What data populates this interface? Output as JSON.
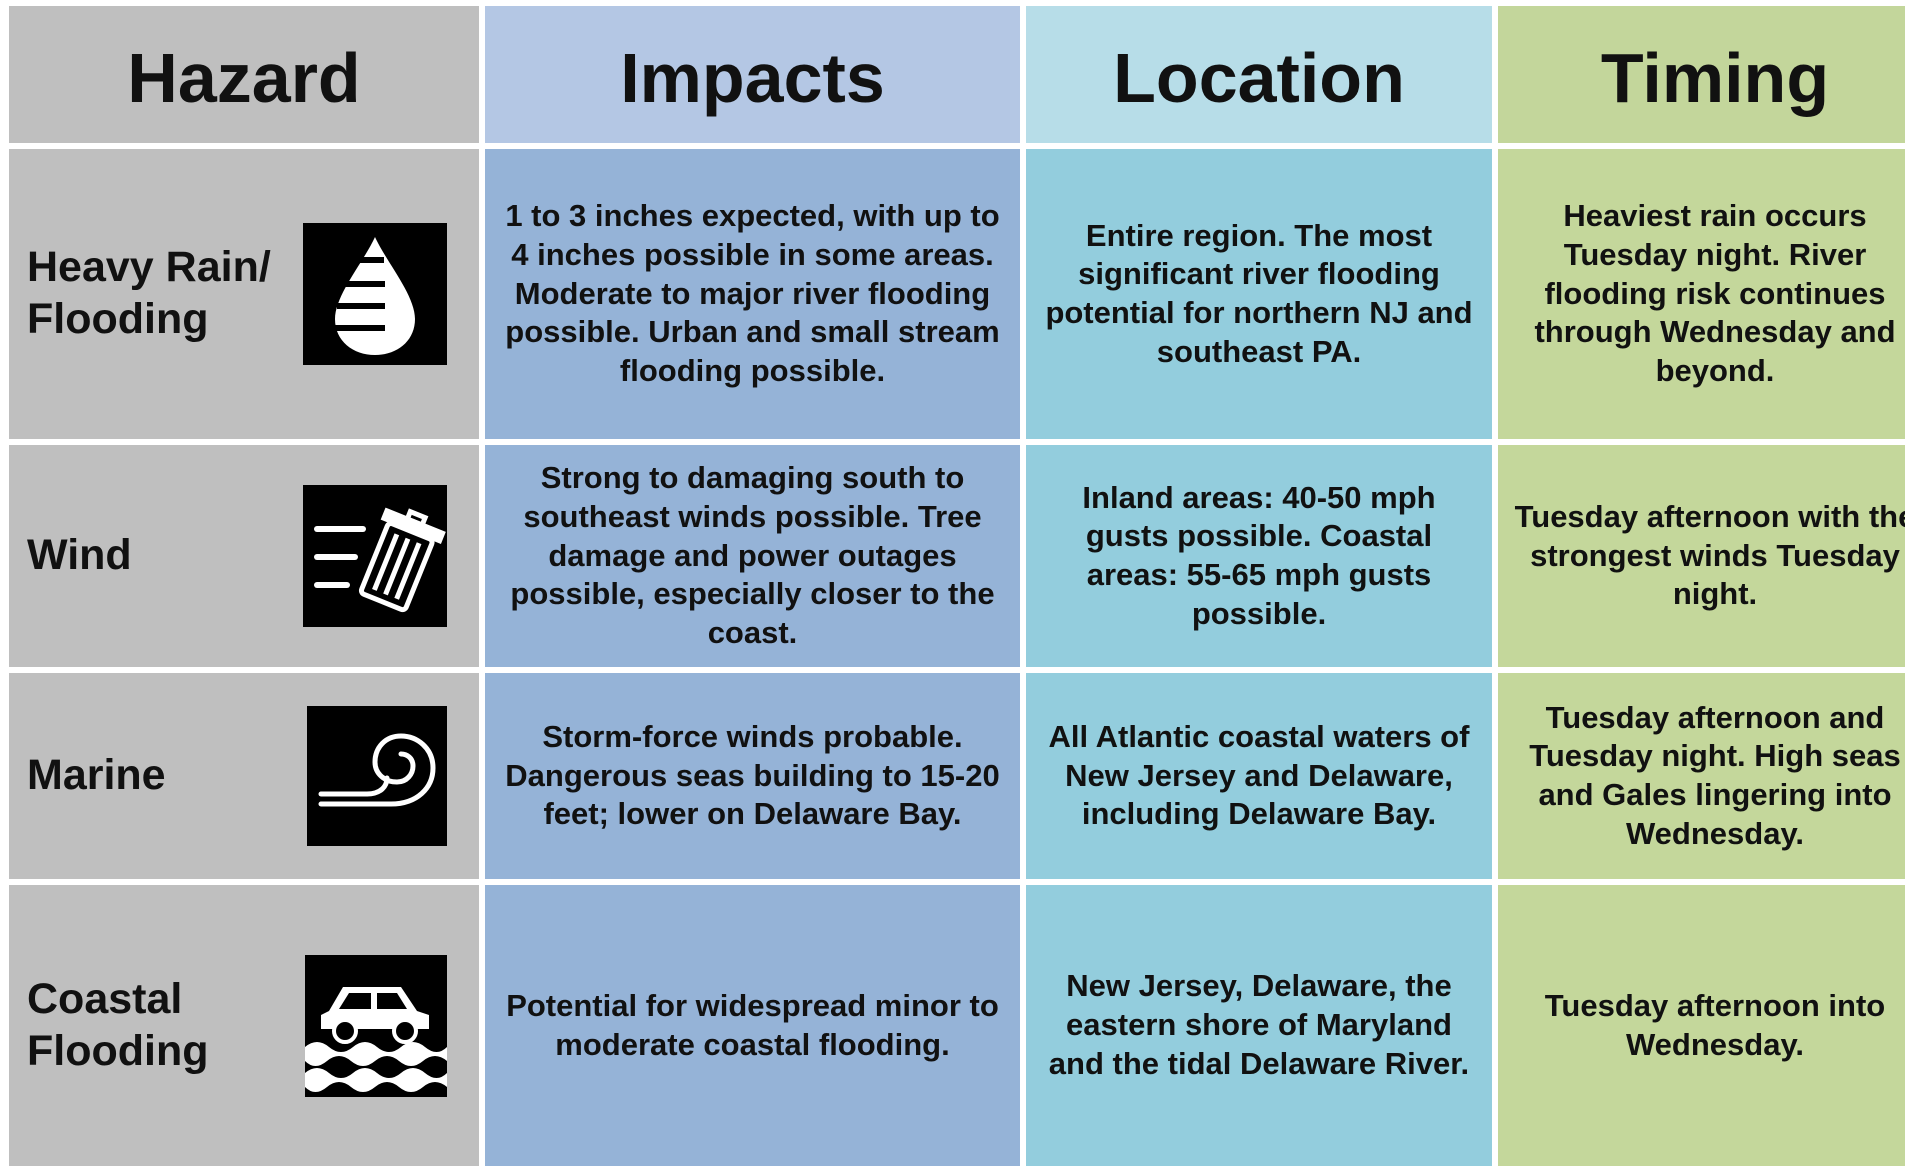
{
  "headers": {
    "hazard": "Hazard",
    "impacts": "Impacts",
    "location": "Location",
    "timing": "Timing"
  },
  "rows": [
    {
      "hazard": "Heavy Rain/\nFlooding",
      "icon": "raindrop-icon",
      "impacts": "1 to 3 inches expected, with up to 4 inches possible in some areas. Moderate to major river flooding possible. Urban and small stream flooding possible.",
      "location": "Entire region. The most significant river flooding potential for northern NJ and southeast PA.",
      "timing": "Heaviest rain occurs Tuesday night. River flooding risk continues through Wednesday and beyond."
    },
    {
      "hazard": "Wind",
      "icon": "wind-trash-can-icon",
      "impacts": "Strong to damaging south to southeast winds possible. Tree damage and power outages possible, especially closer to the coast.",
      "location": "Inland areas: 40-50 mph gusts possible. Coastal areas: 55-65 mph gusts possible.",
      "timing": "Tuesday afternoon with the strongest winds Tuesday night."
    },
    {
      "hazard": "Marine",
      "icon": "swirling-wind-icon",
      "impacts": "Storm-force winds probable. Dangerous seas building to 15-20 feet; lower on Delaware Bay.",
      "location": "All Atlantic coastal waters of New Jersey and Delaware, including Delaware Bay.",
      "timing": "Tuesday afternoon and Tuesday night. High seas and Gales lingering into Wednesday."
    },
    {
      "hazard": "Coastal\nFlooding",
      "icon": "car-in-water-icon",
      "impacts": "Potential for widespread minor to moderate coastal flooding.",
      "location": "New Jersey, Delaware, the eastern shore of Maryland and the tidal Delaware River.",
      "timing": "Tuesday afternoon into Wednesday."
    }
  ]
}
